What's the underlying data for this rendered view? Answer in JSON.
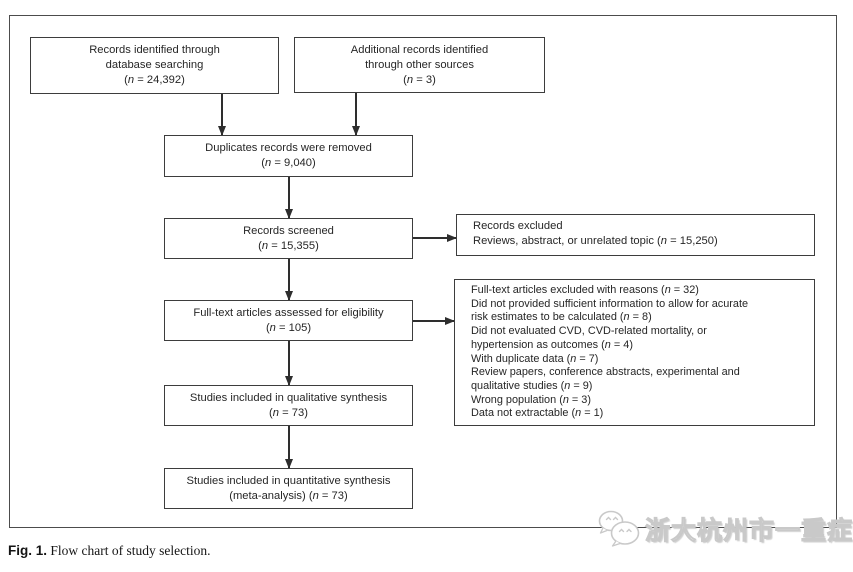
{
  "figure": {
    "caption": {
      "label": "Fig. 1.",
      "text": " Flow chart of study selection."
    }
  },
  "watermark": {
    "icon": "wechat-icon",
    "text": "浙大杭州市一重症",
    "outline_color": "#c9c9c9",
    "fill_color": "#ffffff"
  },
  "flowchart": {
    "box_border_color": "#3d3d3d",
    "frame_border_color": "#4c4c4c",
    "arrow_color": "#2e2e2e",
    "boxes": {
      "identified_db": {
        "lines": [
          "Records identified through",
          "database searching",
          "(n = 24,392)"
        ]
      },
      "identified_other": {
        "lines": [
          "Additional records identified",
          "through other sources",
          "(n = 3)"
        ]
      },
      "duplicates_removed": {
        "lines": [
          "Duplicates records were removed",
          "(n = 9,040)"
        ]
      },
      "records_screened": {
        "lines": [
          "Records screened",
          "(n = 15,355)"
        ]
      },
      "records_excluded": {
        "lines": [
          "Records excluded",
          "Reviews, abstract, or unrelated topic (n = 15,250)"
        ]
      },
      "fulltext_assessed": {
        "lines": [
          "Full-text articles assessed for eligibility",
          "(n = 105)"
        ]
      },
      "fulltext_excluded": {
        "lines": [
          "Full-text articles excluded with reasons (n = 32)",
          "Did not provided sufficient information to allow for acurate",
          "risk estimates to be calculated (n = 8)",
          "Did not evaluated CVD, CVD-related mortality, or",
          "hypertension as outcomes (n = 4)",
          "With duplicate data (n = 7)",
          "Review papers, conference abstracts, experimental and",
          "qualitative studies (n = 9)",
          "Wrong population (n = 3)",
          "Data not extractable (n = 1)"
        ]
      },
      "qualitative_synthesis": {
        "lines": [
          "Studies included in qualitative synthesis",
          "(n = 73)"
        ]
      },
      "quantitative_synthesis": {
        "lines": [
          "Studies included in quantitative synthesis",
          "(meta-analysis) (n = 73)"
        ]
      }
    }
  }
}
